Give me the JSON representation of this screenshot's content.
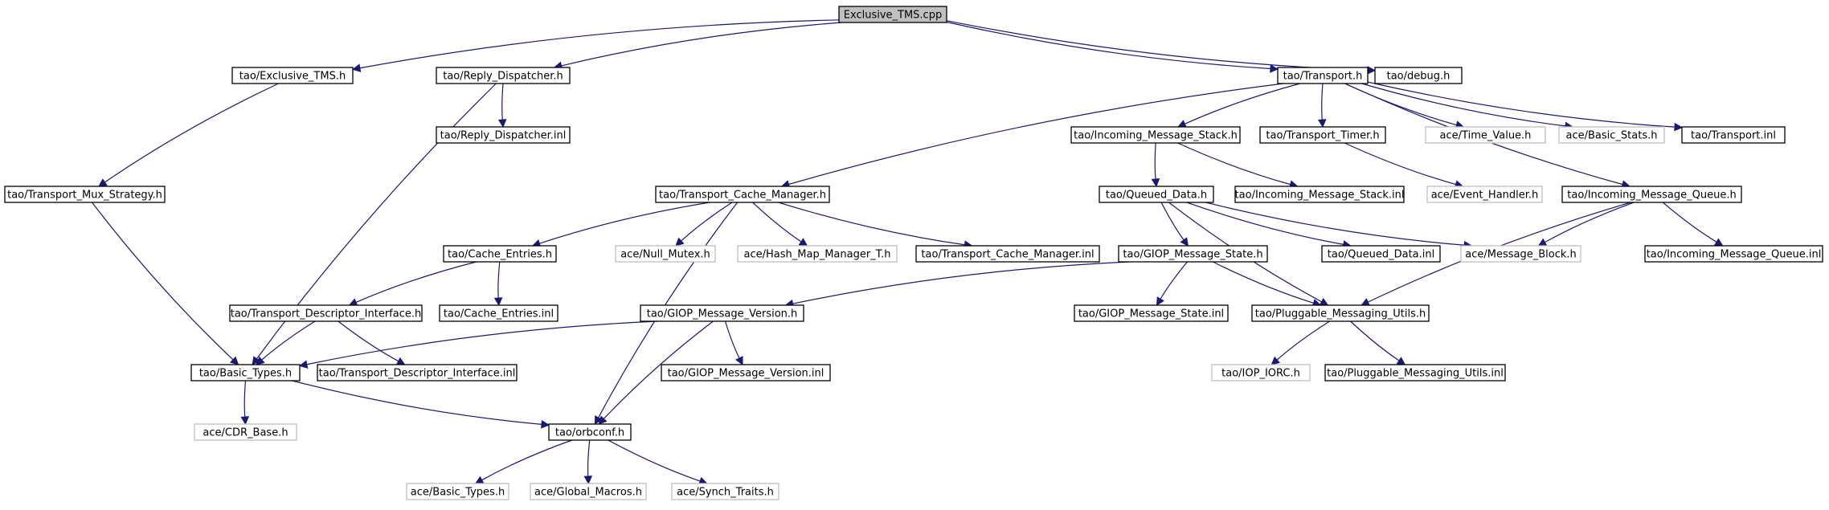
{
  "graph": {
    "root": "n0",
    "nodes": [
      {
        "id": "n0",
        "label": "Exclusive_TMS.cpp",
        "kind": "root"
      },
      {
        "id": "n1",
        "label": "tao/Exclusive_TMS.h",
        "kind": "internal"
      },
      {
        "id": "n2",
        "label": "tao/Reply_Dispatcher.h",
        "kind": "internal"
      },
      {
        "id": "n3",
        "label": "tao/Transport.h",
        "kind": "internal"
      },
      {
        "id": "n4",
        "label": "tao/debug.h",
        "kind": "internal"
      },
      {
        "id": "n5",
        "label": "tao/Reply_Dispatcher.inl",
        "kind": "internal"
      },
      {
        "id": "n6",
        "label": "tao/Incoming_Message_Stack.h",
        "kind": "internal"
      },
      {
        "id": "n7",
        "label": "tao/Transport_Timer.h",
        "kind": "internal"
      },
      {
        "id": "n8",
        "label": "ace/Time_Value.h",
        "kind": "external"
      },
      {
        "id": "n9",
        "label": "ace/Basic_Stats.h",
        "kind": "external"
      },
      {
        "id": "n10",
        "label": "tao/Transport.inl",
        "kind": "internal"
      },
      {
        "id": "n11",
        "label": "tao/Transport_Mux_Strategy.h",
        "kind": "internal"
      },
      {
        "id": "n12",
        "label": "tao/Transport_Cache_Manager.h",
        "kind": "internal"
      },
      {
        "id": "n13",
        "label": "tao/Queued_Data.h",
        "kind": "internal"
      },
      {
        "id": "n14",
        "label": "tao/Incoming_Message_Stack.inl",
        "kind": "internal"
      },
      {
        "id": "n15",
        "label": "ace/Event_Handler.h",
        "kind": "external"
      },
      {
        "id": "n16",
        "label": "tao/Incoming_Message_Queue.h",
        "kind": "internal"
      },
      {
        "id": "n17",
        "label": "tao/Cache_Entries.h",
        "kind": "internal"
      },
      {
        "id": "n18",
        "label": "ace/Null_Mutex.h",
        "kind": "external"
      },
      {
        "id": "n19",
        "label": "ace/Hash_Map_Manager_T.h",
        "kind": "external"
      },
      {
        "id": "n20",
        "label": "tao/Transport_Cache_Manager.inl",
        "kind": "internal"
      },
      {
        "id": "n21",
        "label": "tao/GIOP_Message_State.h",
        "kind": "internal"
      },
      {
        "id": "n22",
        "label": "tao/Queued_Data.inl",
        "kind": "internal"
      },
      {
        "id": "n23",
        "label": "ace/Message_Block.h",
        "kind": "external"
      },
      {
        "id": "n24",
        "label": "tao/Incoming_Message_Queue.inl",
        "kind": "internal"
      },
      {
        "id": "n25",
        "label": "tao/Transport_Descriptor_Interface.h",
        "kind": "internal"
      },
      {
        "id": "n26",
        "label": "tao/Cache_Entries.inl",
        "kind": "internal"
      },
      {
        "id": "n27",
        "label": "tao/GIOP_Message_Version.h",
        "kind": "internal"
      },
      {
        "id": "n28",
        "label": "tao/GIOP_Message_State.inl",
        "kind": "internal"
      },
      {
        "id": "n29",
        "label": "tao/Pluggable_Messaging_Utils.h",
        "kind": "internal"
      },
      {
        "id": "n30",
        "label": "tao/Basic_Types.h",
        "kind": "internal"
      },
      {
        "id": "n31",
        "label": "tao/Transport_Descriptor_Interface.inl",
        "kind": "internal"
      },
      {
        "id": "n32",
        "label": "tao/GIOP_Message_Version.inl",
        "kind": "internal"
      },
      {
        "id": "n33",
        "label": "tao/IOP_IORC.h",
        "kind": "external"
      },
      {
        "id": "n34",
        "label": "tao/Pluggable_Messaging_Utils.inl",
        "kind": "internal"
      },
      {
        "id": "n35",
        "label": "ace/CDR_Base.h",
        "kind": "external"
      },
      {
        "id": "n36",
        "label": "tao/orbconf.h",
        "kind": "internal"
      },
      {
        "id": "n37",
        "label": "ace/Basic_Types.h",
        "kind": "external"
      },
      {
        "id": "n38",
        "label": "ace/Global_Macros.h",
        "kind": "external"
      },
      {
        "id": "n39",
        "label": "ace/Synch_Traits.h",
        "kind": "external"
      }
    ],
    "edges": [
      [
        "n0",
        "n1"
      ],
      [
        "n0",
        "n2"
      ],
      [
        "n0",
        "n3"
      ],
      [
        "n0",
        "n4"
      ],
      [
        "n1",
        "n11"
      ],
      [
        "n2",
        "n5"
      ],
      [
        "n2",
        "n30"
      ],
      [
        "n3",
        "n12"
      ],
      [
        "n3",
        "n6"
      ],
      [
        "n3",
        "n7"
      ],
      [
        "n3",
        "n8"
      ],
      [
        "n3",
        "n9"
      ],
      [
        "n3",
        "n10"
      ],
      [
        "n3",
        "n16"
      ],
      [
        "n11",
        "n30"
      ],
      [
        "n6",
        "n13"
      ],
      [
        "n6",
        "n14"
      ],
      [
        "n7",
        "n15"
      ],
      [
        "n12",
        "n17"
      ],
      [
        "n12",
        "n18"
      ],
      [
        "n12",
        "n19"
      ],
      [
        "n12",
        "n20"
      ],
      [
        "n12",
        "n36"
      ],
      [
        "n13",
        "n21"
      ],
      [
        "n13",
        "n22"
      ],
      [
        "n13",
        "n23"
      ],
      [
        "n13",
        "n29"
      ],
      [
        "n16",
        "n23"
      ],
      [
        "n16",
        "n24"
      ],
      [
        "n16",
        "n29"
      ],
      [
        "n17",
        "n25"
      ],
      [
        "n17",
        "n26"
      ],
      [
        "n21",
        "n27"
      ],
      [
        "n21",
        "n28"
      ],
      [
        "n21",
        "n29"
      ],
      [
        "n25",
        "n30"
      ],
      [
        "n25",
        "n31"
      ],
      [
        "n27",
        "n30"
      ],
      [
        "n27",
        "n32"
      ],
      [
        "n27",
        "n36"
      ],
      [
        "n29",
        "n33"
      ],
      [
        "n29",
        "n34"
      ],
      [
        "n30",
        "n35"
      ],
      [
        "n30",
        "n36"
      ],
      [
        "n36",
        "n37"
      ],
      [
        "n36",
        "n38"
      ],
      [
        "n36",
        "n39"
      ]
    ]
  }
}
